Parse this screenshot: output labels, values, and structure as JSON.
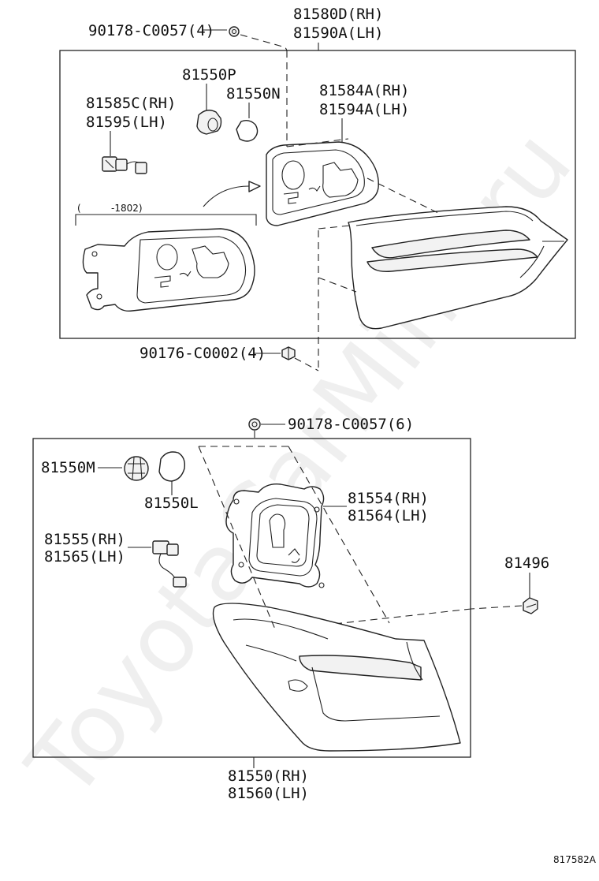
{
  "diagram": {
    "watermark": "ToyotaCarMine.ru",
    "figure_code": "817582A",
    "upper_group": {
      "bolt_top": "90178-C0057(4)",
      "lamp_rh": "81580D(RH)",
      "lamp_lh": "81590A(LH)",
      "bulb_p": "81550P",
      "bulb_n": "81550N",
      "socket_rh": "81585C(RH)",
      "socket_lh": "81595(LH)",
      "gasket_rh": "81584A(RH)",
      "gasket_lh": "81594A(LH)",
      "variant_note_open": "(",
      "variant_note": "-1802)",
      "nut_bottom": "90176-C0002(4)"
    },
    "lower_group": {
      "bolt_top": "90178-C0057(6)",
      "bulb_m": "81550M",
      "bulb_l": "81550L",
      "gasket_rh": "81554(RH)",
      "gasket_lh": "81564(LH)",
      "socket_rh": "81555(RH)",
      "socket_lh": "81565(LH)",
      "clip": "81496",
      "lamp_rh": "81550(RH)",
      "lamp_lh": "81560(LH)"
    }
  }
}
